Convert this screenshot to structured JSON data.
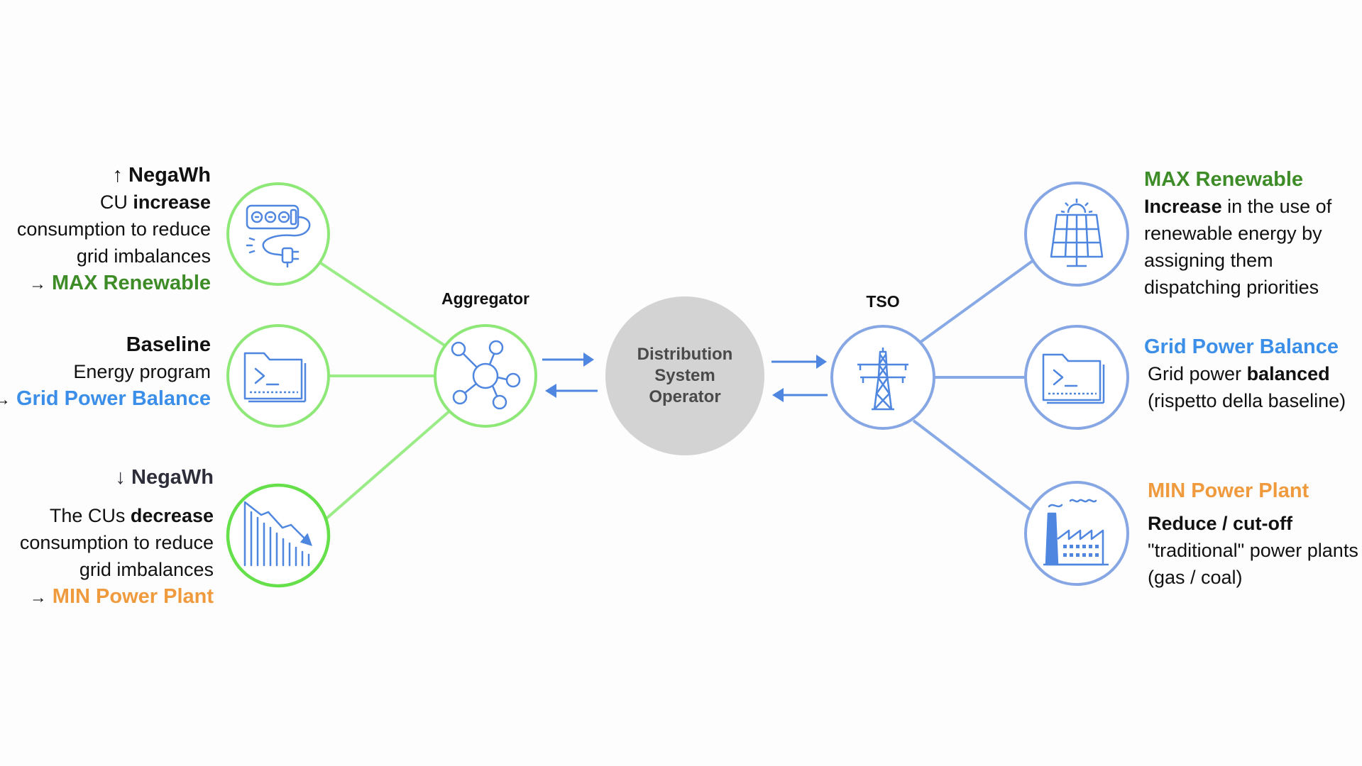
{
  "colors": {
    "green_line": "#9aec86",
    "green_ring": "#8ee877",
    "green_ring_bright": "#66e04a",
    "blue_line": "#87a9e6",
    "blue_ring": "#86a6e4",
    "icon_blue": "#4f86e0",
    "dso_fill": "#d3d3d3",
    "text_green": "#3e8c27",
    "text_blue": "#3c8fe8",
    "text_orange": "#f09a3e"
  },
  "left": {
    "increase": {
      "arrow": "↑",
      "title": "NegaWh",
      "line1_prefix": "CU ",
      "line1_bold": "increase",
      "line2": "consumption to reduce",
      "line3": "grid imbalances",
      "outcome_arrow": "→",
      "outcome": "MAX Renewable"
    },
    "baseline": {
      "title": "Baseline",
      "line1": "Energy program",
      "outcome_arrow": "→",
      "outcome": "Grid Power Balance"
    },
    "decrease": {
      "arrow": "↓",
      "title": "NegaWh",
      "line1_prefix": "The CUs ",
      "line1_bold": "decrease",
      "line2": "consumption to reduce",
      "line3": "grid imbalances",
      "outcome_arrow": "→",
      "outcome": "MIN Power Plant"
    }
  },
  "nodes": {
    "aggregator": "Aggregator",
    "dso_line1": "Distribution",
    "dso_line2": "System",
    "dso_line3": "Operator",
    "tso": "TSO"
  },
  "right": {
    "renewable": {
      "title": "MAX Renewable",
      "line1_bold": "Increase",
      "line1_rest": " in the use of",
      "line2": "renewable energy by",
      "line3": "assigning them",
      "line4": "dispatching priorities"
    },
    "balance": {
      "title": "Grid Power Balance",
      "line1_prefix": "Grid power ",
      "line1_bold": "balanced",
      "line2": "(rispetto della baseline)"
    },
    "plant": {
      "title": "MIN Power Plant",
      "line1": "Reduce / cut-off",
      "line2": "\"traditional\" power plants",
      "line3": "(gas / coal)"
    }
  },
  "icons": [
    "power-strip-icon",
    "folder-terminal-icon",
    "declining-bars-icon",
    "network-hub-icon",
    "transmission-tower-icon",
    "solar-panel-icon",
    "folder-terminal-icon",
    "factory-icon",
    "arrow-right-icon",
    "arrow-left-icon"
  ]
}
